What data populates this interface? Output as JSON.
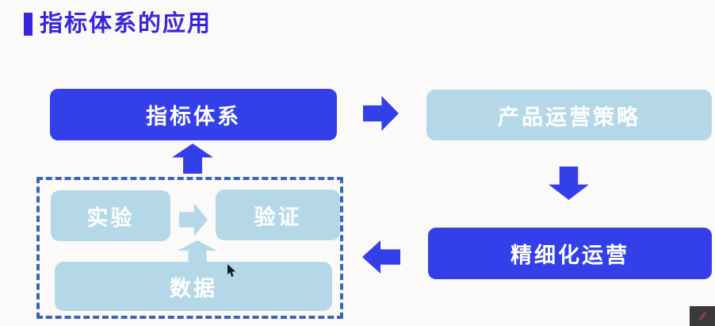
{
  "title": {
    "text": "指标体系的应用"
  },
  "diagram": {
    "nodes": {
      "indicator_system": "指标体系",
      "product_strategy": "产品运营策略",
      "refined_operation": "精细化运营",
      "experiment": "实验",
      "verification": "验证",
      "data": "数据"
    }
  },
  "colors": {
    "title_text": "#3a24db",
    "primary_box": "#333fe8",
    "light_box": "#b5d8e8",
    "dashed_border": "#3b64bb",
    "background": "#fbfaf8",
    "node_text": "#ffffff"
  },
  "icons": {
    "cursor": "mouse-pointer",
    "corner_badge": "video-overlay"
  }
}
